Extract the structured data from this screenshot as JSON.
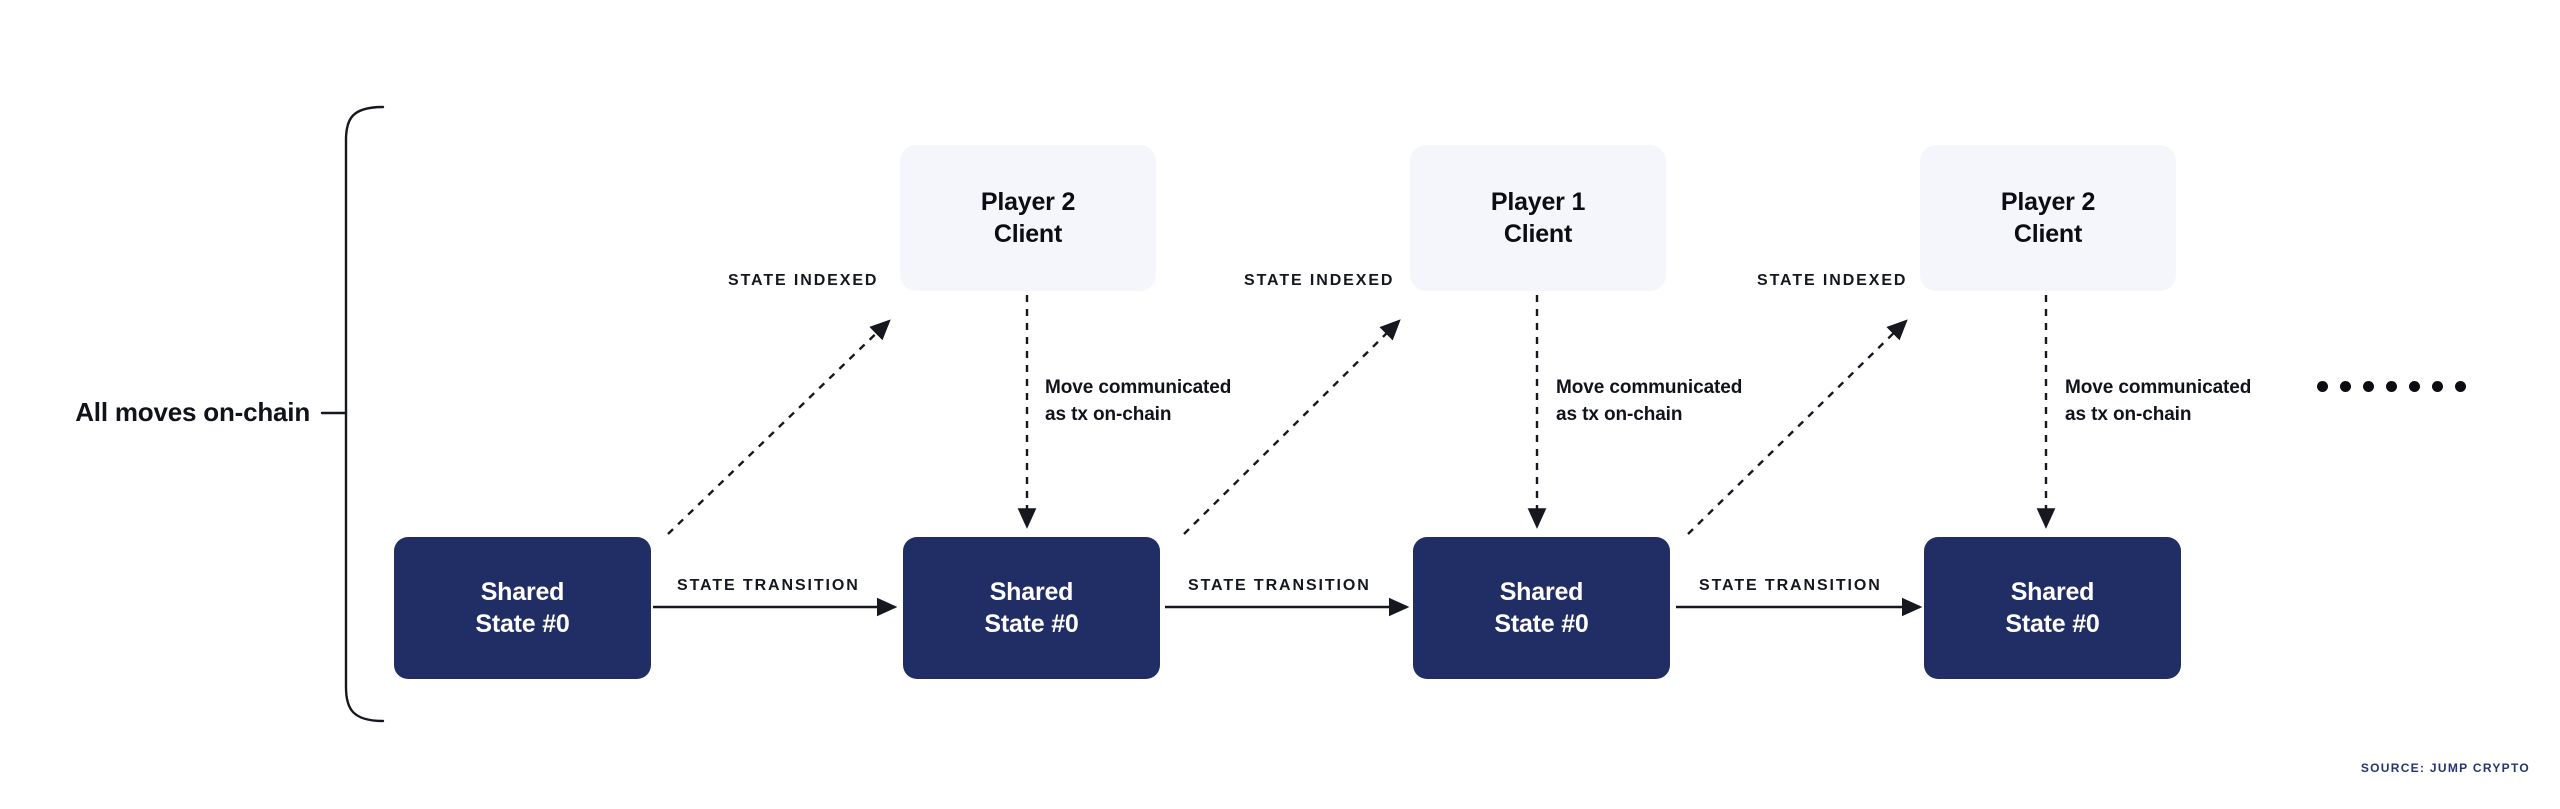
{
  "figure": {
    "bracket_label": "All moves on-chain",
    "source": "SOURCE: JUMP CRYPTO",
    "ellipsis_dot_count": 7
  },
  "colors": {
    "state_box": "#212E66",
    "client_box": "#F4F6FC",
    "line": "#15181f",
    "source_text": "#26356F",
    "background": "#FFFFFF"
  },
  "states": [
    {
      "label": "Shared\nState #0"
    },
    {
      "label": "Shared\nState #0"
    },
    {
      "label": "Shared\nState #0"
    },
    {
      "label": "Shared\nState #0"
    }
  ],
  "clients": [
    {
      "label": "Player 2\nClient"
    },
    {
      "label": "Player 1\nClient"
    },
    {
      "label": "Player 2\nClient"
    }
  ],
  "transitions": [
    {
      "label": "STATE TRANSITION"
    },
    {
      "label": "STATE TRANSITION"
    },
    {
      "label": "STATE TRANSITION"
    }
  ],
  "indexed_edges": [
    {
      "label": "STATE INDEXED"
    },
    {
      "label": "STATE INDEXED"
    },
    {
      "label": "STATE INDEXED"
    }
  ],
  "move_edges": [
    {
      "label": "Move communicated\nas tx on-chain"
    },
    {
      "label": "Move communicated\nas tx on-chain"
    },
    {
      "label": "Move communicated\nas tx on-chain"
    }
  ]
}
